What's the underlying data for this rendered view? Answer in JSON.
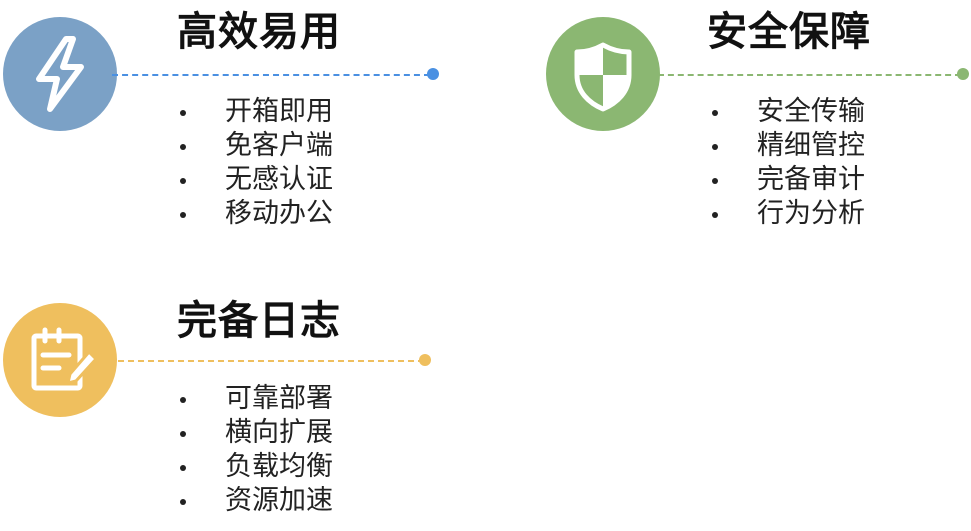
{
  "features": [
    {
      "title": "高效易用",
      "color": "#7ba1c6",
      "line_color": "#4a90e2",
      "icon": "lightning-icon",
      "items": [
        "开箱即用",
        "免客户端",
        "无感认证",
        "移动办公"
      ]
    },
    {
      "title": "安全保障",
      "color": "#8bb772",
      "line_color": "#8bb772",
      "icon": "shield-icon",
      "items": [
        "安全传输",
        "精细管控",
        "完备审计",
        "行为分析"
      ]
    },
    {
      "title": "完备日志",
      "color": "#efbf5e",
      "line_color": "#efbf5e",
      "icon": "notepad-icon",
      "items": [
        "可靠部署",
        "横向扩展",
        "负载均衡",
        "资源加速"
      ]
    }
  ]
}
